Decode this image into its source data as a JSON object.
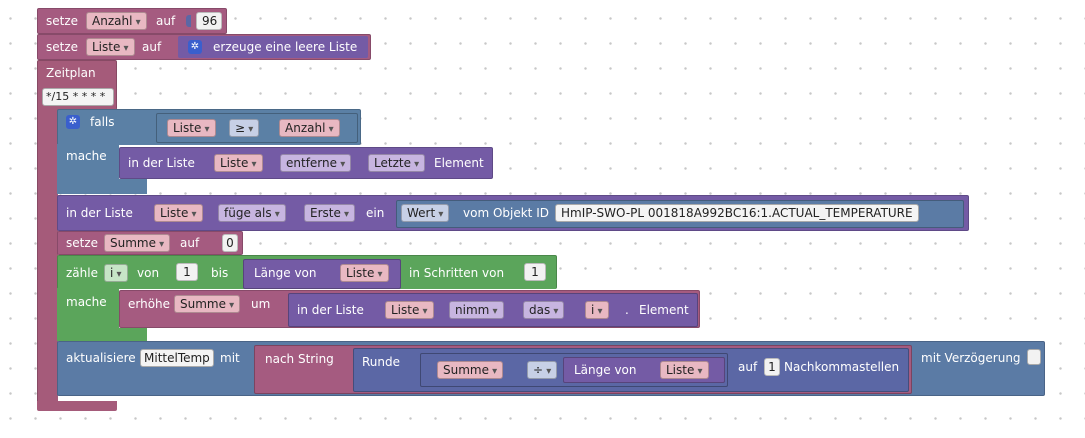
{
  "colors": {
    "variable": "#a55b80",
    "list": "#745ba5",
    "logic": "#5b80a5",
    "math": "#5b67a5",
    "loop": "#5ba55b",
    "text": "#5ba58c",
    "schedule": "#a55b7a",
    "update": "#5b7ba5"
  },
  "set_count": {
    "keyword": "setze",
    "var": "Anzahl",
    "to": "auf",
    "value": "96"
  },
  "set_list": {
    "keyword": "setze",
    "var": "Liste",
    "to": "auf",
    "gear_icon": "gear-icon",
    "create": "erzeuge eine leere Liste"
  },
  "schedule": {
    "title": "Zeitplan",
    "cron": "*/15 * * * *"
  },
  "if_block": {
    "falls": "falls",
    "mache": "mache",
    "left_var": "Liste",
    "operator": "≥",
    "right_var": "Anzahl",
    "action_in_list": "in der Liste",
    "action_var": "Liste",
    "action_mode": "entferne",
    "action_where": "Letzte",
    "action_element": "Element"
  },
  "insert_block": {
    "in_list": "in der Liste",
    "var": "Liste",
    "mode": "füge als",
    "where": "Erste",
    "in": "ein",
    "value_label": "Wert",
    "from_object": "vom Objekt ID",
    "object_id": "HmIP-SWO-PL 001818A992BC16:1.ACTUAL_TEMPERATURE"
  },
  "set_sum": {
    "keyword": "setze",
    "var": "Summe",
    "to": "auf",
    "value": "0"
  },
  "loop": {
    "count": "zähle",
    "var": "i",
    "from": "von",
    "from_value": "1",
    "to": "bis",
    "length_of": "Länge von",
    "length_var": "Liste",
    "step_label": "in Schritten von",
    "step_value": "1",
    "mache": "mache",
    "increase": "erhöhe",
    "inc_var": "Summe",
    "by": "um",
    "in_list": "in der Liste",
    "list_var": "Liste",
    "take": "nimm",
    "the": "das",
    "index_var": "i",
    "dot": ".",
    "element": "Element"
  },
  "update": {
    "keyword": "aktualisiere",
    "target": "MittelTemp",
    "with": "mit",
    "to_string": "nach String",
    "round": "Runde",
    "sum_var": "Summe",
    "divide": "÷",
    "length_of": "Länge von",
    "length_var": "Liste",
    "on": "auf",
    "decimals": "1",
    "decimals_label": "Nachkommastellen",
    "delay_label": "mit Verzögerung"
  }
}
